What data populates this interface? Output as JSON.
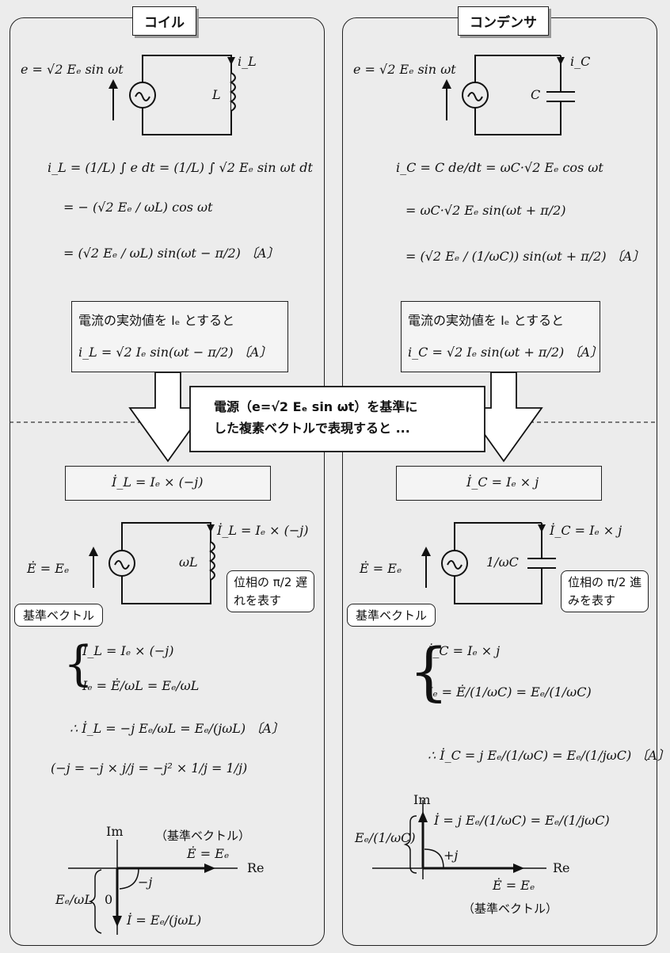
{
  "titles": {
    "left": "コイル",
    "right": "コンデンサ"
  },
  "left": {
    "source_eq": "e = √2 Eₑ sin ωt",
    "current_label": "i_L",
    "element_label": "L",
    "derivation": [
      "i_L = (1/L) ∫ e dt = (1/L) ∫ √2 Eₑ sin ωt dt",
      "= − (√2 Eₑ / ωL) cos ωt",
      "= (√2 Eₑ / ωL) sin(ωt − π/2) 〔A〕"
    ],
    "rms_box": [
      "電流の実効値を Iₑ とすると",
      "i_L = √2 Iₑ sin(ωt − π/2) 〔A〕"
    ],
    "phasor_box": "İ_L = Iₑ × (−j)",
    "circuit2_current": "İ_L = Iₑ × (−j)",
    "circuit2_source": "Ė = Eₑ",
    "circuit2_element": "ωL",
    "ref_tag": "基準ベクトル",
    "phase_bubble": [
      "位相の π/2 遅",
      "れを表す"
    ],
    "system": [
      "İ_L = Iₑ × (−j)",
      "Iₑ = Ė/ωL = Eₑ/ωL"
    ],
    "result": "∴ İ_L = −j Eₑ/ωL = Eₑ/(jωL) 〔A〕",
    "identity": "(−j = −j × j/j = −j² × 1/j = 1/j)",
    "diagram": {
      "im": "Im",
      "re": "Re",
      "ref_note": "（基準ベクトル）",
      "e_vec": "Ė = Eₑ",
      "rot": "−j",
      "zero": "0",
      "mag": "Eₑ/ωL",
      "i_vec": "İ = Eₑ/(jωL)"
    }
  },
  "right": {
    "source_eq": "e = √2 Eₑ sin ωt",
    "current_label": "i_C",
    "element_label": "C",
    "derivation": [
      "i_C = C de/dt = ωC·√2 Eₑ cos ωt",
      "= ωC·√2 Eₑ sin(ωt + π/2)",
      "= (√2 Eₑ / (1/ωC)) sin(ωt + π/2) 〔A〕"
    ],
    "rms_box": [
      "電流の実効値を Iₑ とすると",
      "i_C = √2 Iₑ sin(ωt + π/2) 〔A〕"
    ],
    "phasor_box": "İ_C = Iₑ × j",
    "circuit2_current": "İ_C = Iₑ × j",
    "circuit2_source": "Ė = Eₑ",
    "circuit2_element": "1/ωC",
    "ref_tag": "基準ベクトル",
    "phase_bubble": [
      "位相の π/2 進",
      "みを表す"
    ],
    "system": [
      "İ_C = Iₑ × j",
      "Iₑ = Ė/(1/ωC) = Eₑ/(1/ωC)"
    ],
    "result": "∴ İ_C = j Eₑ/(1/ωC) = Eₑ/(1/jωC) 〔A〕",
    "diagram": {
      "im": "Im",
      "re": "Re",
      "ref_note": "（基準ベクトル）",
      "e_vec": "Ė = Eₑ",
      "rot": "+j",
      "mag": "Eₑ/(1/ωC)",
      "i_vec": "İ = j Eₑ/(1/ωC) = Eₑ/(1/jωC)"
    }
  },
  "banner": [
    "電源（e=√2 Eₑ sin ωt）を基準に",
    "した複素ベクトルで表現すると ..."
  ]
}
